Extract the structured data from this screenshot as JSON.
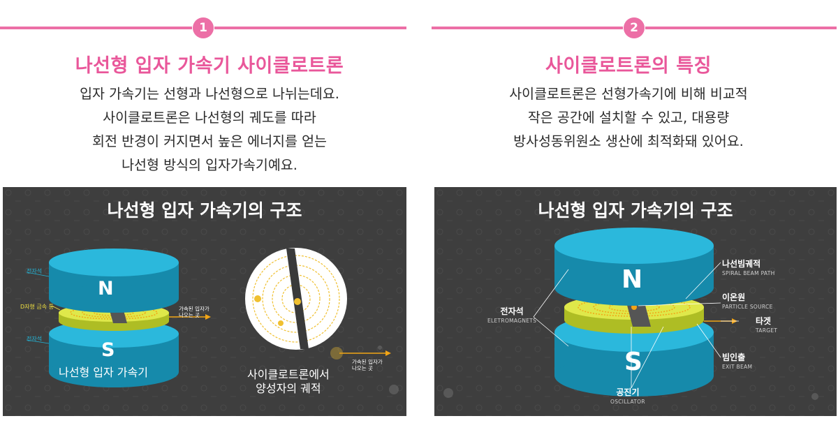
{
  "sections": [
    {
      "number": "1",
      "heading": "나선형 입자 가속기 사이클로트론",
      "body_lines": [
        "입자 가속기는 선형과 나선형으로 나뉘는데요.",
        "사이클로트론은 나선형의 궤도를 따라",
        "회전 반경이 커지면서 높은 에너지를 얻는",
        "나선형 방식의 입자가속기예요."
      ]
    },
    {
      "number": "2",
      "heading": "사이클로트론의 특징",
      "body_lines": [
        "사이클로트론은 선형가속기에 비해 비교적",
        "작은 공간에 설치할 수 있고, 대용량",
        "방사성동위원소 생산에 최적화돼 있어요."
      ]
    }
  ],
  "left_diagram": {
    "title": "나선형 입자 가속기의 구조",
    "magnet_top_letter": "N",
    "magnet_bottom_letter": "S",
    "label_electromagnet_top": "전자석",
    "label_dee": "D자형 금속 통",
    "label_electromagnet_bottom": "전자석",
    "label_exit_line1": "가속된 입자가",
    "label_exit_line2": "나오는 곳",
    "caption_left": "나선형 입자 가속기",
    "caption_right_line1": "사이클로트론에서",
    "caption_right_line2": "양성자의 궤적",
    "label_exit2_line1": "가속된 입자가",
    "label_exit2_line2": "나오는 곳"
  },
  "right_diagram": {
    "title": "나선형 입자 가속기의 구조",
    "magnet_top_letter": "N",
    "magnet_bottom_letter": "S",
    "labels": {
      "spiral": {
        "ko": "나선빔궤적",
        "en": "SPIRAL BEAM PATH"
      },
      "source": {
        "ko": "이온원",
        "en": "PARTICLE SOURCE"
      },
      "target": {
        "ko": "타겟",
        "en": "TARGET"
      },
      "exit": {
        "ko": "빔인출",
        "en": "EXIT BEAM"
      },
      "oscillator": {
        "ko": "공진기",
        "en": "OSCILLATOR"
      },
      "electromagnet": {
        "ko": "전자석",
        "en": "ELETROMAGNETS"
      }
    }
  },
  "colors": {
    "accent_pink": "#ec6fa6",
    "heading_pink": "#e9579a",
    "panel_bg": "#3e3e3e",
    "magnet_cyan": "#1fa9cf",
    "magnet_cyan_dark": "#168aab",
    "dee_yellow": "#c9d63a",
    "beam_orange": "#f2a516"
  }
}
